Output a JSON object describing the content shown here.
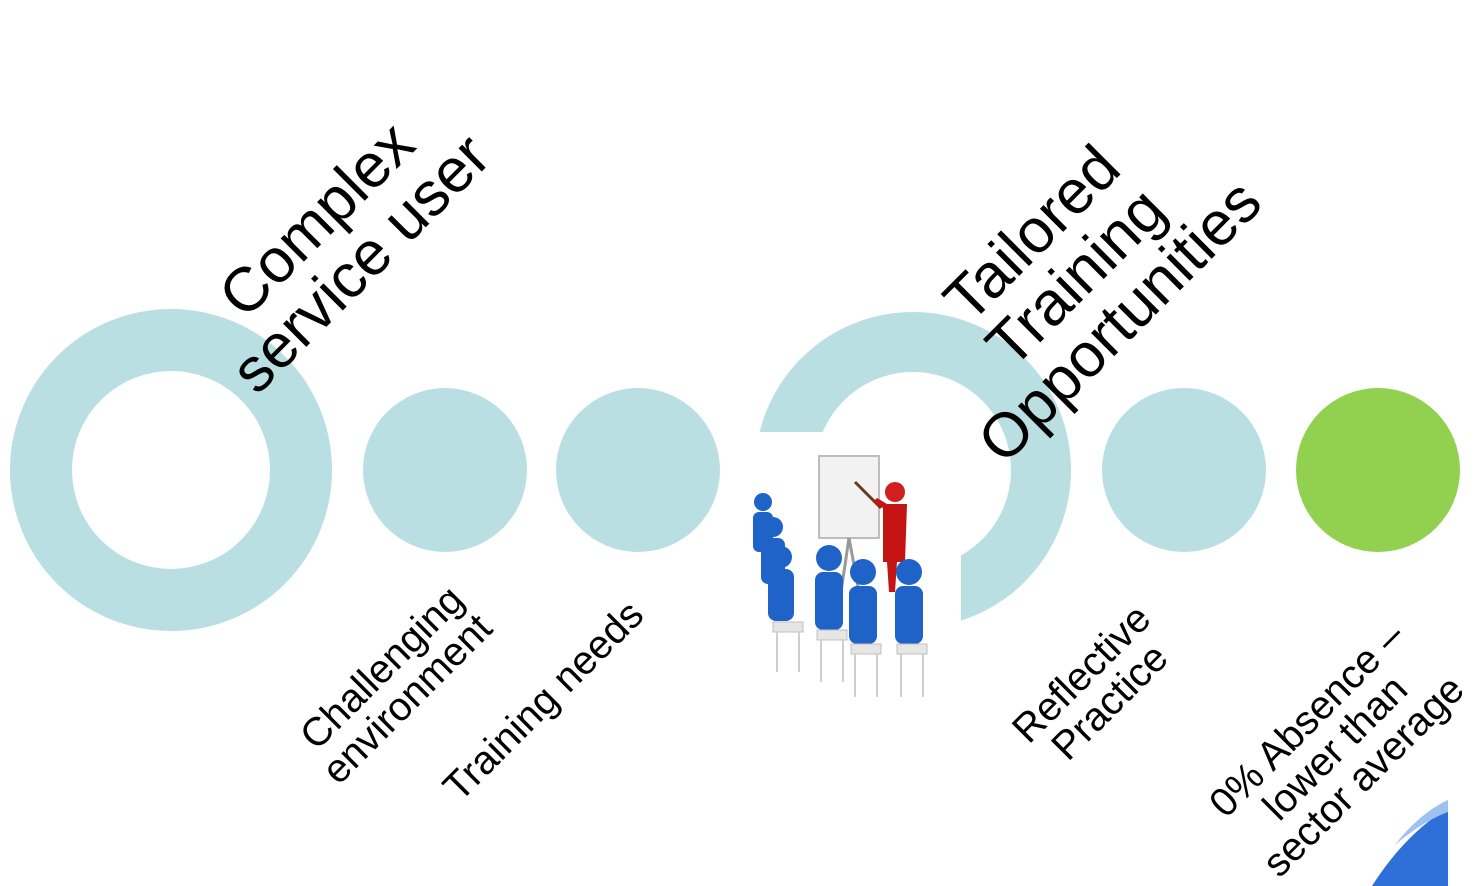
{
  "stages": [
    {
      "id": "complex",
      "label": "Complex\nservice user"
    },
    {
      "id": "challenging",
      "label": "Challenging\nenvironment"
    },
    {
      "id": "training_needs",
      "label": "Training needs"
    },
    {
      "id": "tailored",
      "label": "Tailored\nTraining\nOpportunities"
    },
    {
      "id": "reflective",
      "label": "Reflective\nPractice"
    },
    {
      "id": "absence",
      "label": "0% Absence –\nlower than\nsector average"
    }
  ],
  "colors": {
    "circle": "#b9dfe3",
    "outcome": "#92d050",
    "accent": "#2f6fd8"
  },
  "image": {
    "icon": "training-presentation-icon"
  }
}
